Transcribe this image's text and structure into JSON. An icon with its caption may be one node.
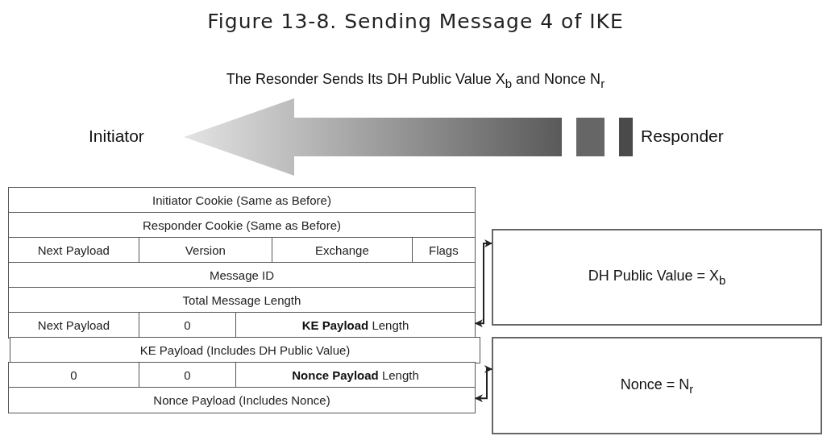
{
  "diagram": {
    "title": "Figure 13-8. Sending Message 4 of IKE",
    "nodes": [
      {
        "text": [
          "Initiator"
        ]
      },
      {
        "text": [
          "Responder"
        ]
      },
      {
        "text": [
          "Initiator Cookie (Same as Before)"
        ]
      },
      {
        "text": [
          "Responder Cookie (Same as Before)"
        ]
      },
      {
        "text": [
          "Next Payload",
          "Version",
          "Exchange",
          "Flags"
        ]
      },
      {
        "text": [
          "Message ID"
        ]
      },
      {
        "text": [
          "Total Message Length"
        ]
      },
      {
        "text": [
          "Next Payload",
          "0",
          "**KE Payload** Length"
        ]
      },
      {
        "text": [
          "KE Payload (Includes DH Public Value)"
        ]
      },
      {
        "text": [
          "0",
          "0",
          "**Nonce Payload** Length"
        ]
      },
      {
        "text": [
          "Nonce Payload (Includes Nonce)"
        ]
      },
      {
        "text": [
          "DH Public Value = X$_{b}$"
        ]
      },
      {
        "text": [
          "Nonce = N$_{r}$"
        ]
      }
    ],
    "edges": [
      {
        "from": 1,
        "to": 0,
        "arrow": "to"
      },
      {
        "from": 7,
        "to": 11,
        "arrow": "both"
      },
      {
        "from": 10,
        "to": 12,
        "arrow": "both"
      }
    ],
    "labels": [
      "The Resonder Sends Its DH Public Value X$_{b}$ and Nonce N$_{r}$"
    ]
  }
}
